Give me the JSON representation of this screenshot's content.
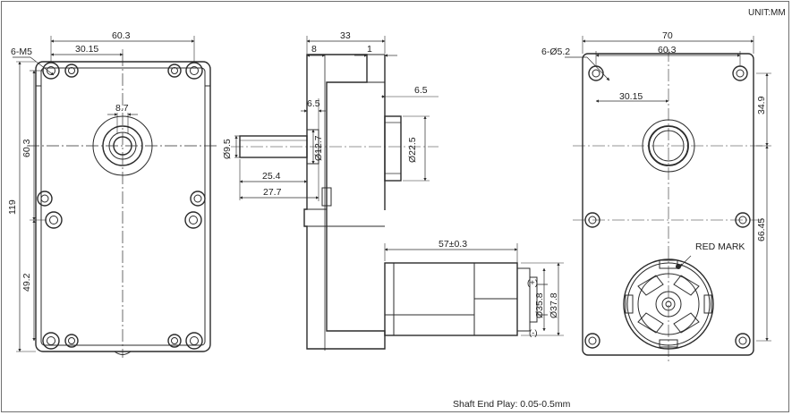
{
  "unit": "UNIT:MM",
  "footer": "Shaft End Play: 0.05-0.5mm",
  "front_view": {
    "hole_callout": "6-M5",
    "width_overall": "60.3",
    "hole_offset": "30.15",
    "shaft_flat": "8.7",
    "height_upper": "60.3",
    "height_total": "119",
    "height_lower": "49.2"
  },
  "side_view": {
    "depth_total": "33",
    "flange": "8",
    "lip": "1",
    "shaft_end": "6.5",
    "boss_depth": "6.5",
    "shaft_dia": "Ø9.5",
    "shaft_inner_dia": "Ø12.7",
    "boss_dia": "Ø22.5",
    "shaft_len_1": "25.4",
    "shaft_len_2": "27.7",
    "motor_len": "57±0.3",
    "motor_dia_1": "Ø35.8",
    "motor_dia_2": "Ø37.8",
    "pos_terminal": "(+)",
    "neg_terminal": "(-)"
  },
  "rear_view": {
    "hole_callout": "6-Ø5.2",
    "width_overall": "70",
    "width_holes": "60.3",
    "hole_offset": "30.15",
    "top_offset": "34.9",
    "mid_offset": "66.45",
    "red_mark": "RED MARK"
  }
}
